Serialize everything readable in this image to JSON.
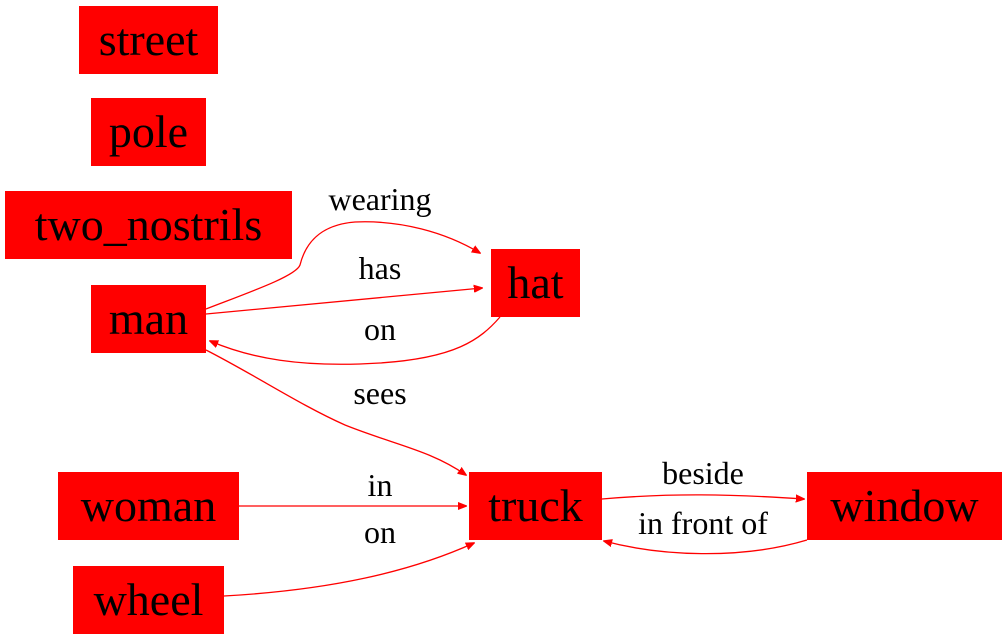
{
  "colors": {
    "node_fill": "#ff0000",
    "edge": "#ff0000",
    "text": "#000000"
  },
  "nodes": [
    {
      "id": "street",
      "label": "street"
    },
    {
      "id": "pole",
      "label": "pole"
    },
    {
      "id": "two_nostrils",
      "label": "two_nostrils"
    },
    {
      "id": "man",
      "label": "man"
    },
    {
      "id": "hat",
      "label": "hat"
    },
    {
      "id": "woman",
      "label": "woman"
    },
    {
      "id": "truck",
      "label": "truck"
    },
    {
      "id": "window",
      "label": "window"
    },
    {
      "id": "wheel",
      "label": "wheel"
    }
  ],
  "edges": [
    {
      "id": "man-wearing-hat",
      "from": "man",
      "to": "hat",
      "label": "wearing"
    },
    {
      "id": "man-has-hat",
      "from": "man",
      "to": "hat",
      "label": "has"
    },
    {
      "id": "hat-on-man",
      "from": "hat",
      "to": "man",
      "label": "on"
    },
    {
      "id": "man-sees-truck",
      "from": "man",
      "to": "truck",
      "label": "sees"
    },
    {
      "id": "woman-in-truck",
      "from": "woman",
      "to": "truck",
      "label": "in"
    },
    {
      "id": "wheel-on-truck",
      "from": "wheel",
      "to": "truck",
      "label": "on"
    },
    {
      "id": "truck-beside-window",
      "from": "truck",
      "to": "window",
      "label": "beside"
    },
    {
      "id": "window-in-front-of-truck",
      "from": "window",
      "to": "truck",
      "label": "in front of"
    }
  ]
}
